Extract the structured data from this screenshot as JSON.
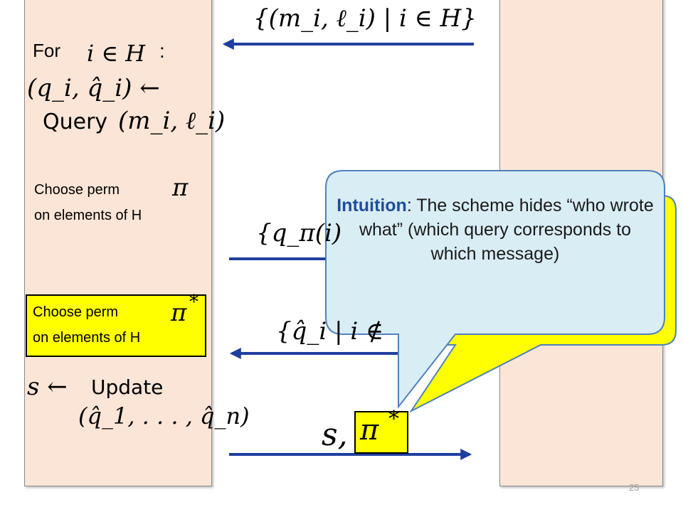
{
  "left": {
    "for_label": "For",
    "for_math": "i ∈ H",
    "for_colon": ":",
    "assign_lhs": "(q_i, q̂_i) ←",
    "query_func": "Query",
    "query_args": "(m_i, ℓ_i)",
    "choose_perm_1": "Choose perm",
    "pi_symbol": "π",
    "on_elements_1": "on elements of H",
    "choose_perm_2": "Choose perm",
    "pi_star_symbol": "π",
    "star": "*",
    "on_elements_2": "on elements of H",
    "update_lhs": "s ←",
    "update_func": "Update",
    "update_args": "(q̂_1, . . . , q̂_n)"
  },
  "messages": {
    "msg1": "{(m_i, ℓ_i) | i ∈ H}",
    "msg2": "{q_π(i)",
    "msg3": "{q̂_i | i ∉",
    "msg4_s": "s,",
    "msg4_pi": "π",
    "msg4_star": "*"
  },
  "bubble": {
    "intuition_label": "Intuition",
    "intuition_text": ": The scheme hides “who wrote what” (which query corresponds to which message)"
  },
  "colors": {
    "panel_fill": "#fbe5d6",
    "arrow": "#1f3f9e",
    "bubble_fill": "#d9edf5",
    "bubble_border": "#4f81bd",
    "highlight": "#ffff00",
    "intuition_label": "#1f4e9a"
  },
  "footer": {
    "page_number": "25"
  }
}
